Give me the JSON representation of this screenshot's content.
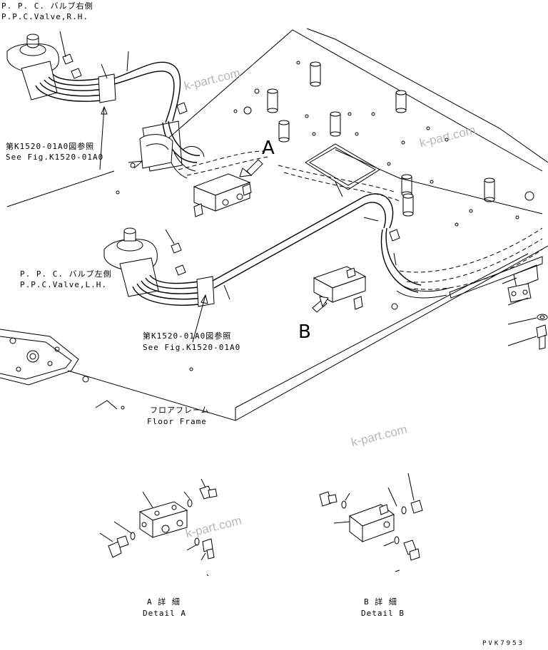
{
  "labels": {
    "ppc_rh_jp": "P. P. C. バルブ右側",
    "ppc_rh_en": "P.P.C.Valve,R.H.",
    "ref1_jp": "第K1520-01A0図参照",
    "ref1_en": "See Fig.K1520-01A0",
    "ppc_lh_jp": "P. P. C. バルブ左側",
    "ppc_lh_en": "P.P.C.Valve,L.H.",
    "ref2_jp": "第K1520-01A0図参照",
    "ref2_en": "See Fig.K1520-01A0",
    "floor_jp": "フロアフレーム",
    "floor_en": "Floor Frame",
    "view_a": "A",
    "view_b": "B",
    "detail_a_jp": "A 詳 細",
    "detail_a_en": "Detail A",
    "detail_b_jp": "B 詳 細",
    "detail_b_en": "Detail B",
    "drawing_code": "PVK7953"
  },
  "watermark": "k-part.com"
}
